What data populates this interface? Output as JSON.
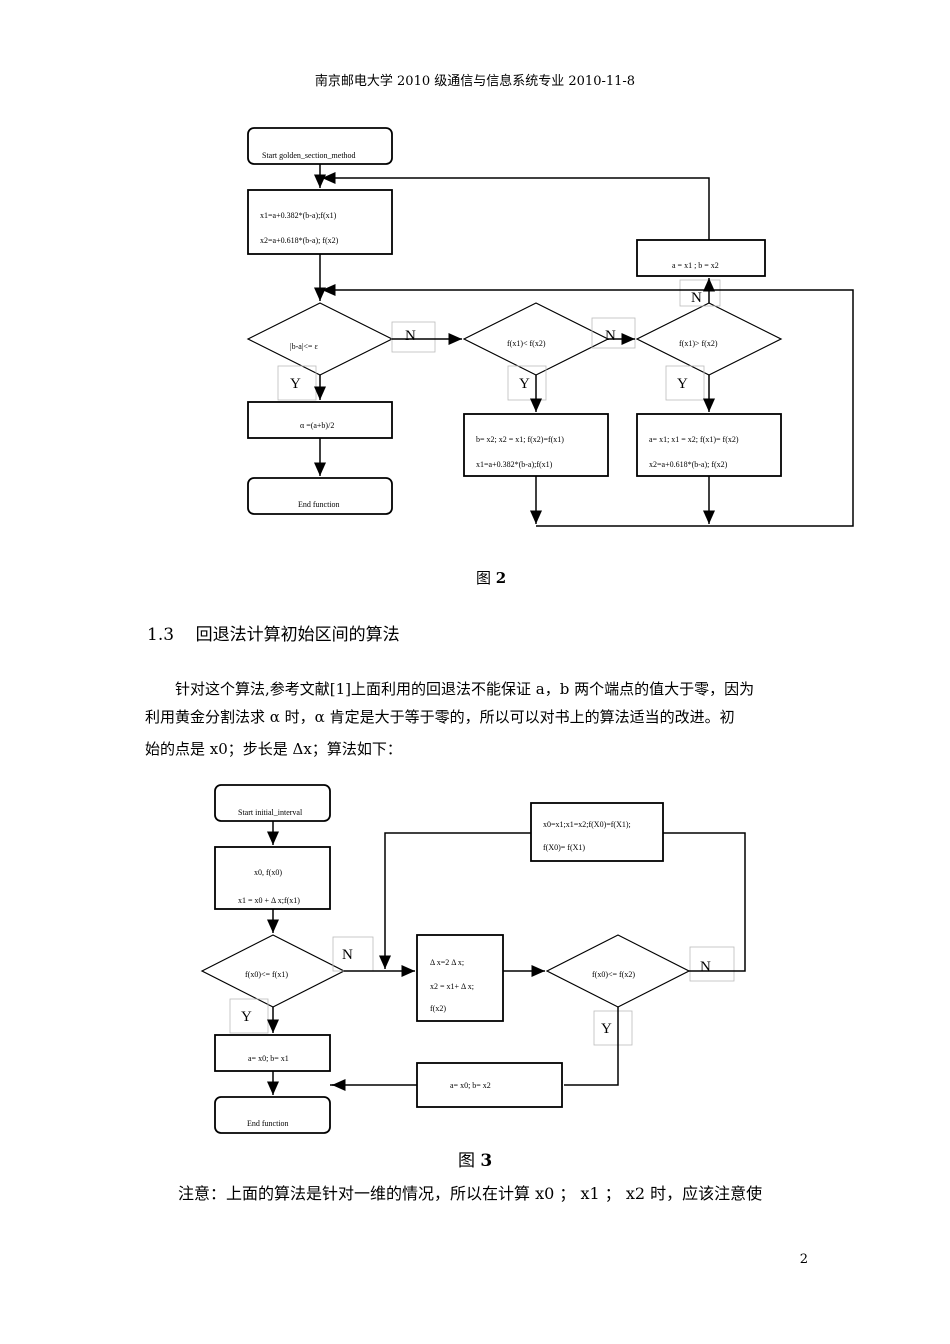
{
  "header": "南京邮电大学 2010 级通信与信息系统专业 2010-11-8",
  "fig2": {
    "start": "Start golden_section_method",
    "init1": "x1=a+0.382*(b-a);f(x1)",
    "init2": "x2=a+0.618*(b-a); f(x2)",
    "update_ab": "a = x1 ; b = x2",
    "cond1": "|b-a|<= ε",
    "cond2": "f(x1)< f(x2)",
    "cond3": "f(x1)> f(x2)",
    "alpha": "α =(a+b)/2",
    "left1": "b= x2; x2 = x1; f(x2)=f(x1)",
    "left2": "x1=a+0.382*(b-a);f(x1)",
    "right1": "a= x1; x1 = x2; f(x1)= f(x2)",
    "right2": "x2=a+0.618*(b-a); f(x2)",
    "end": "End function",
    "labels": {
      "n": "N",
      "y": "Y"
    },
    "caption_prefix": "图",
    "caption_num": "2"
  },
  "section": {
    "number": "1.3",
    "title": "回退法计算初始区间的算法"
  },
  "paragraph": {
    "line1": "针对这个算法,参考文献[1]上面利用的回退法不能保证 a，b 两个端点的值大于零，因为",
    "line2": "利用黄金分割法求 α 时，α 肯定是大于等于零的，所以可以对书上的算法适当的改进。初",
    "line3": "始的点是 x0；步长是 Δx；算法如下："
  },
  "fig3": {
    "start": "Start initial_interval",
    "init1": "x0,  f(x0)",
    "init2": "x1 = x0 + Δ x;f(x1)",
    "swap1": "x0=x1;x1=x2;f(X0)=f(X1);",
    "swap2": "f(X0)= f(X1)",
    "cond1": "f(x0)<= f(x1)",
    "step1": "Δ x=2  Δ x;",
    "step2": "x2 = x1+ Δ x;",
    "step3": "f(x2)",
    "cond2": "f(x0)<= f(x2)",
    "out1": "a= x0; b= x1",
    "out2": "a= x0; b= x2",
    "end": "End  function",
    "labels": {
      "n": "N",
      "y": "Y"
    },
    "caption_prefix": "图",
    "caption_num": "3"
  },
  "note": "注意：上面的算法是针对一维的情况，所以在计算 x0 ； x1 ； x2 时，应该注意使",
  "page_number": "2"
}
